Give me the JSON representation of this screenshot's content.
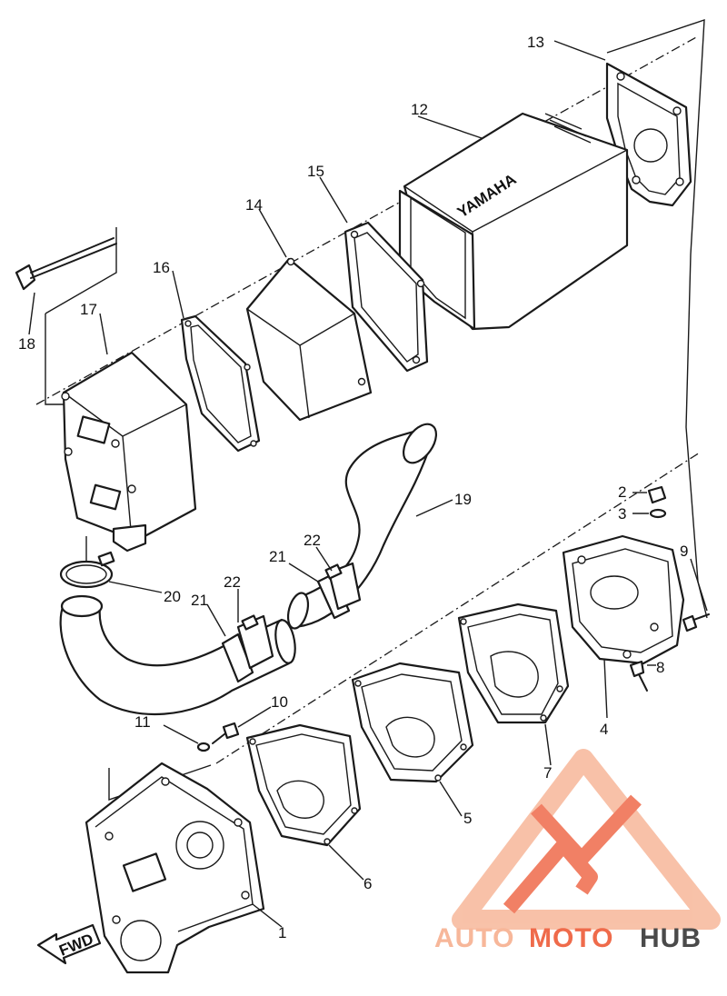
{
  "callouts": [
    "1",
    "2",
    "3",
    "4",
    "5",
    "6",
    "7",
    "8",
    "9",
    "10",
    "11",
    "12",
    "13",
    "14",
    "15",
    "16",
    "17",
    "18",
    "19",
    "20",
    "21",
    "21",
    "22",
    "22"
  ],
  "muffler_lettering": "YAMAHA",
  "fwd_label": "FWD",
  "watermark": {
    "part1": "AUTO",
    "part2": "MOTO",
    "part3": "HUB",
    "color_light": "#f7b79a",
    "color_accent": "#ef6b4b",
    "color_dark": "#4a4a4a"
  },
  "colors": {
    "line": "#1a1a1a",
    "background": "#ffffff"
  }
}
